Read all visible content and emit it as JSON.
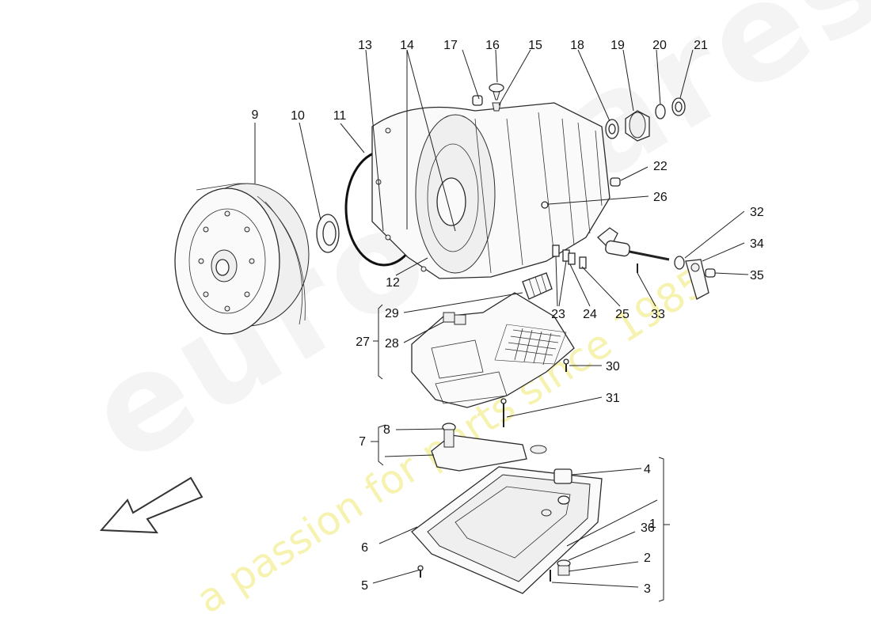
{
  "watermark": {
    "brand": "eurospares",
    "tagline": "a passion for parts since 1985"
  },
  "callouts": [
    "1",
    "2",
    "3",
    "4",
    "5",
    "6",
    "7",
    "8",
    "9",
    "10",
    "11",
    "12",
    "13",
    "14",
    "15",
    "16",
    "17",
    "18",
    "19",
    "20",
    "21",
    "22",
    "23",
    "24",
    "25",
    "26",
    "27",
    "28",
    "29",
    "30",
    "31",
    "32",
    "33",
    "34",
    "35",
    "36"
  ],
  "icons": {
    "direction_arrow": "front-direction-arrow-icon"
  }
}
